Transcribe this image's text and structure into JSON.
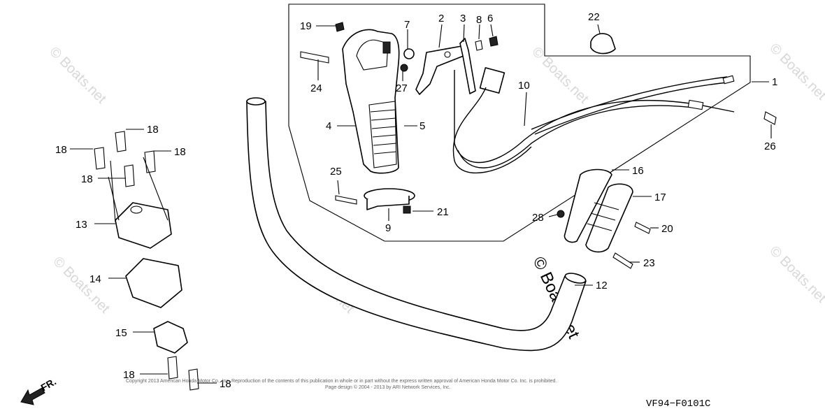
{
  "watermarks": {
    "brand_small": "© Boats.net",
    "brand_large": "© Boats.net"
  },
  "copyright": {
    "line1": "Copyright 2013 American Honda Motor Co., Inc. Reproduction of the contents of this publication in whole or in part without the express written approval of American Honda Motor Co. Inc. is prohibited.",
    "line2": "Page design © 2004 - 2013 by ARI Network Services, Inc."
  },
  "diagram_code": "VF94−F0101C",
  "direction_label": "FR.",
  "callouts": {
    "c1": "1",
    "c2": "2",
    "c3": "3",
    "c4": "4",
    "c5": "5",
    "c6": "6",
    "c7": "7",
    "c8": "8",
    "c9": "9",
    "c10": "10",
    "c12": "12",
    "c13": "13",
    "c14": "14",
    "c15": "15",
    "c16": "16",
    "c17": "17",
    "c18a": "18",
    "c18b": "18",
    "c18c": "18",
    "c18d": "18",
    "c18e": "18",
    "c18f": "18",
    "c19": "19",
    "c20": "20",
    "c21": "21",
    "c22": "22",
    "c23": "23",
    "c24": "24",
    "c25": "25",
    "c26": "26",
    "c27": "27",
    "c28": "28"
  }
}
